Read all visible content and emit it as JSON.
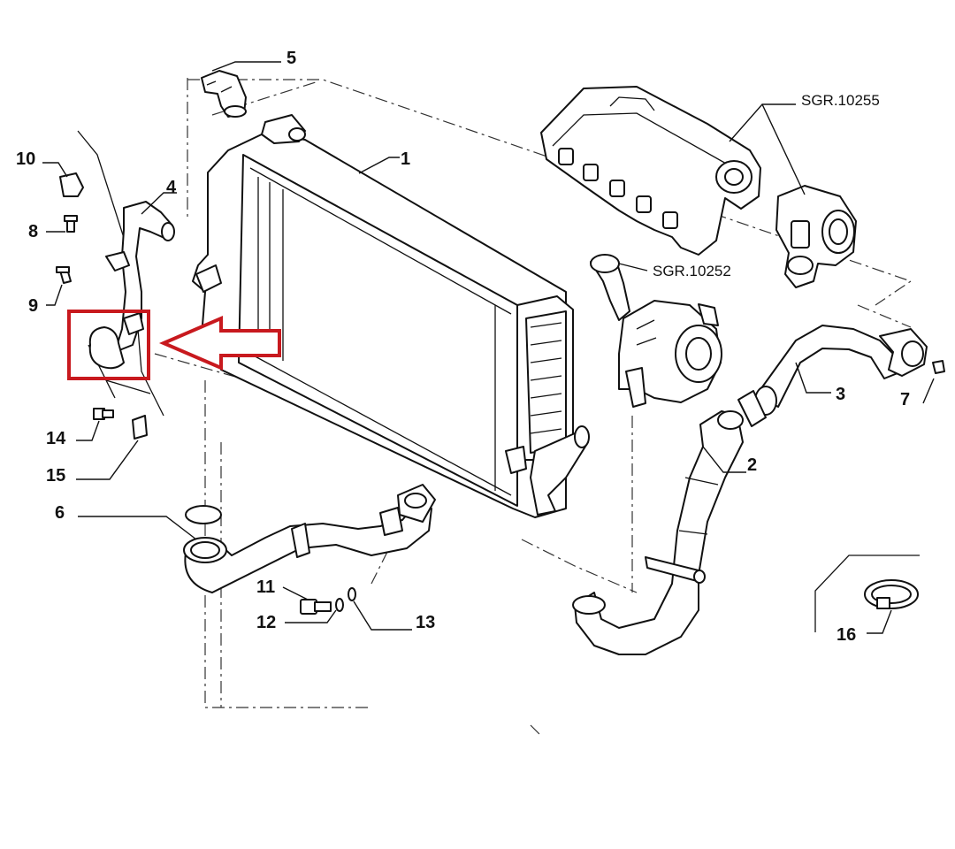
{
  "callouts": {
    "c1": "1",
    "c2": "2",
    "c3": "3",
    "c4": "4",
    "c5": "5",
    "c6": "6",
    "c7": "7",
    "c8": "8",
    "c9": "9",
    "c10": "10",
    "c11": "11",
    "c12": "12",
    "c13": "13",
    "c14": "14",
    "c15": "15",
    "c16": "16"
  },
  "references": {
    "intake_manifold": "SGR.10255",
    "turbocharger": "SGR.10252"
  },
  "colors": {
    "line": "#111111",
    "highlight": "#c8191e",
    "background": "#ffffff"
  }
}
